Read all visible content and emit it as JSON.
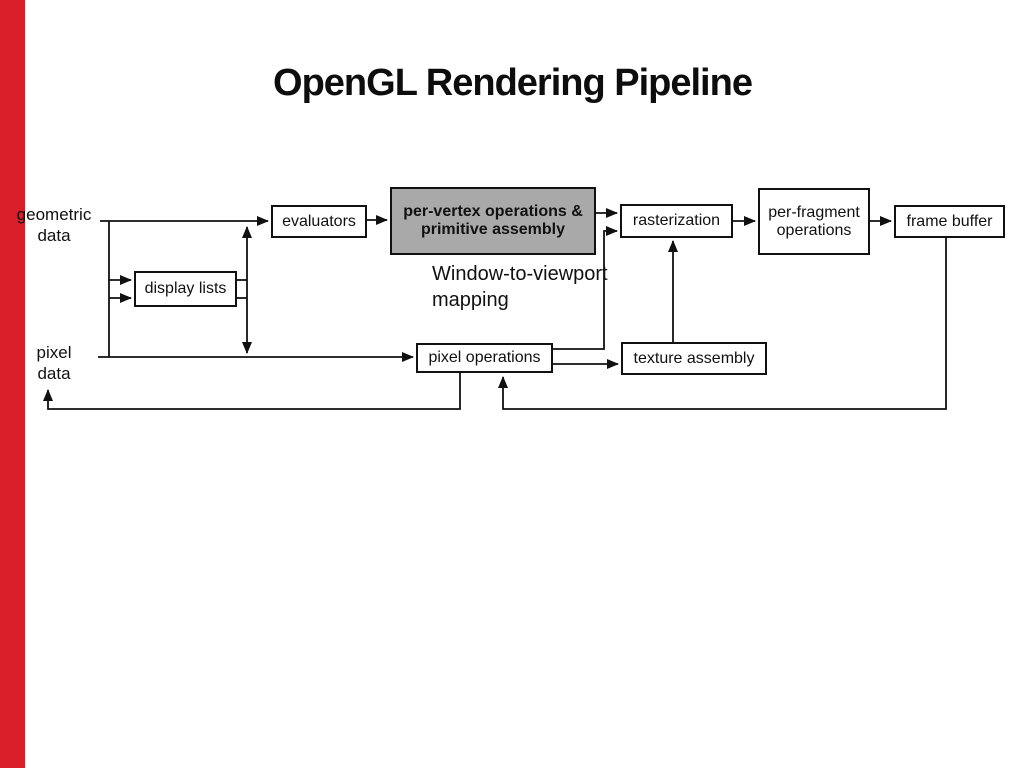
{
  "slide": {
    "title": "OpenGL Rendering Pipeline",
    "accent_color": "#d81e28",
    "highlight_fill": "#a9a9a9"
  },
  "diagram": {
    "labels": {
      "geometric_data": "geometric data",
      "pixel_data": "pixel data",
      "annotation": "Window-to-viewport mapping"
    },
    "nodes": {
      "evaluators": "evaluators",
      "display_lists": "display lists",
      "per_vertex": "per-vertex operations & primitive assembly",
      "rasterization": "rasterization",
      "per_fragment": "per-fragment operations",
      "frame_buffer": "frame buffer",
      "pixel_operations": "pixel operations",
      "texture_assembly": "texture assembly"
    }
  }
}
